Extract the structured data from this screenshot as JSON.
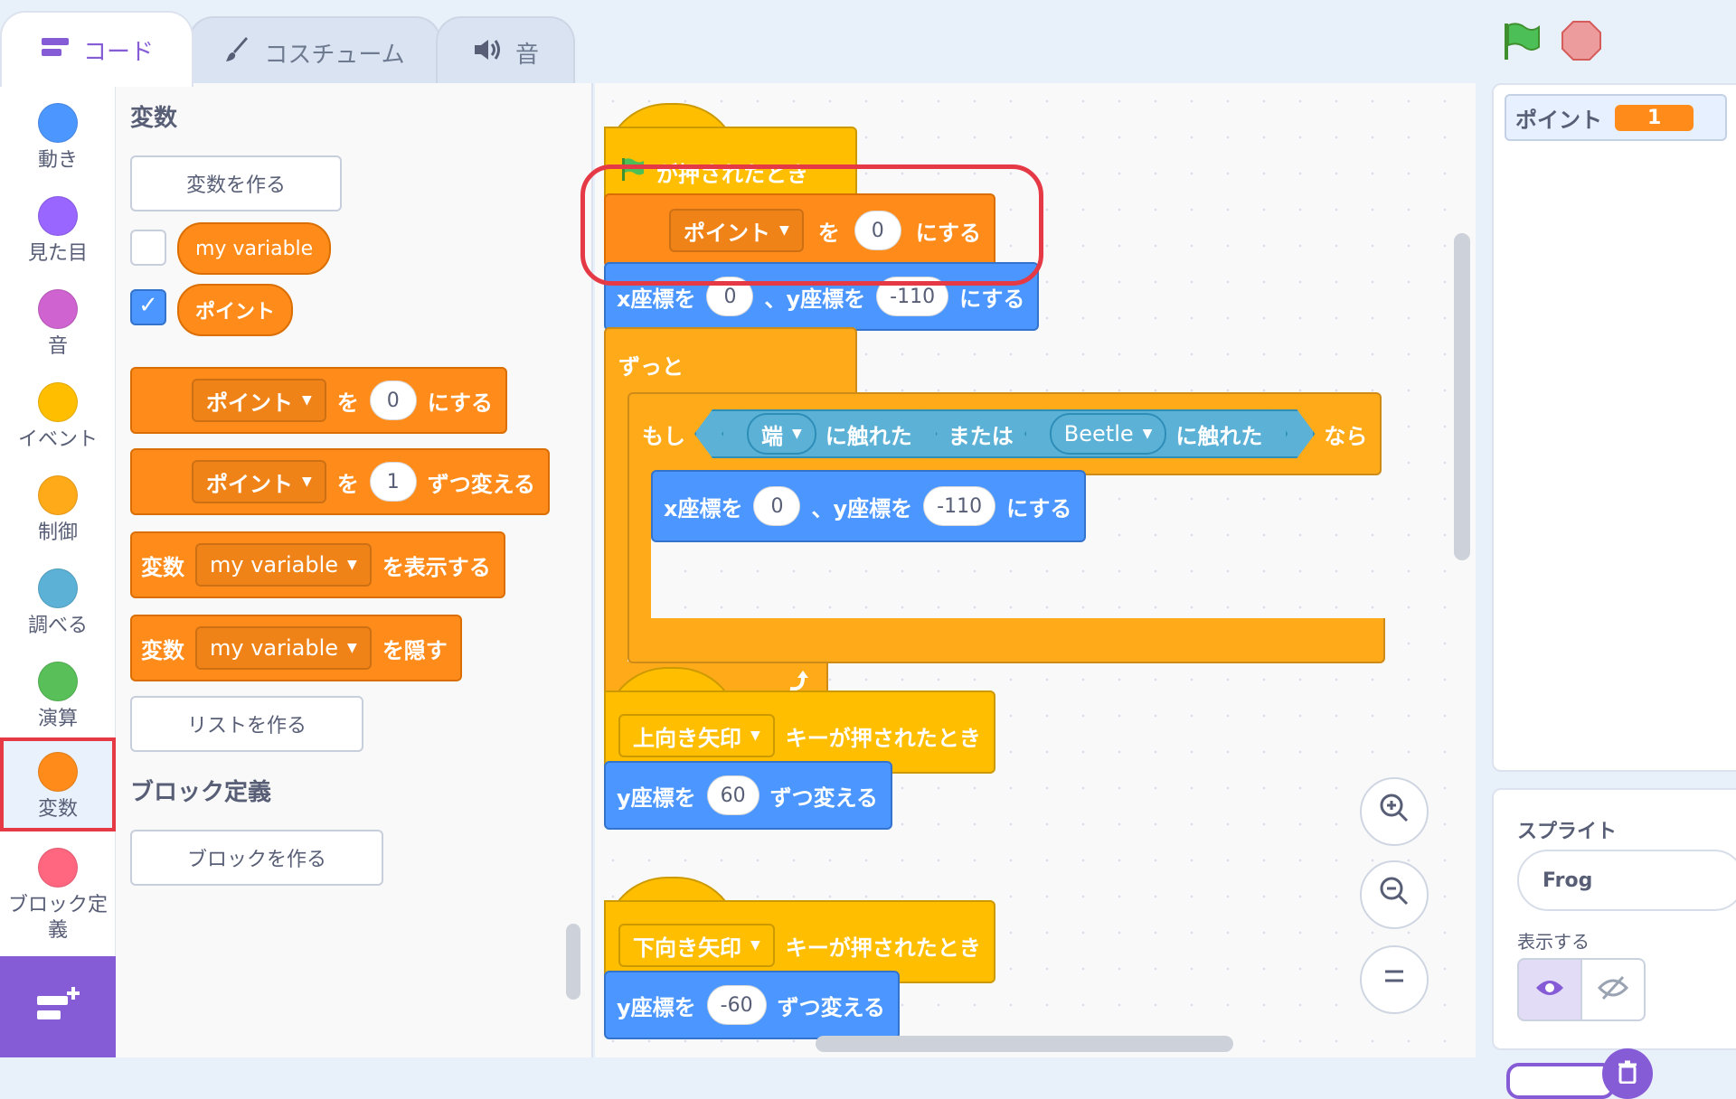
{
  "tabs": [
    {
      "label": "コード"
    },
    {
      "label": "コスチューム"
    },
    {
      "label": "音"
    }
  ],
  "categories": [
    {
      "label": "動き",
      "color": "#4c97ff"
    },
    {
      "label": "見た目",
      "color": "#9966ff"
    },
    {
      "label": "音",
      "color": "#cf63cf"
    },
    {
      "label": "イベント",
      "color": "#ffbf00"
    },
    {
      "label": "制御",
      "color": "#ffab19"
    },
    {
      "label": "調べる",
      "color": "#5cb1d6"
    },
    {
      "label": "演算",
      "color": "#59c059"
    },
    {
      "label": "変数",
      "color": "#ff8c1a"
    },
    {
      "label": "ブロック定義",
      "color": "#ff6680"
    }
  ],
  "palette": {
    "variables_title": "変数",
    "make_variable": "変数を作る",
    "var_my_variable": "my variable",
    "var_point": "ポイント",
    "set_block": {
      "var": "ポイント",
      "wo": "を",
      "value": "0",
      "suffix": "にする"
    },
    "change_block": {
      "var": "ポイント",
      "wo": "を",
      "value": "1",
      "suffix": "ずつ変える"
    },
    "show_block": {
      "prefix": "変数",
      "var": "my variable",
      "suffix": "を表示する"
    },
    "hide_block": {
      "prefix": "変数",
      "var": "my variable",
      "suffix": "を隠す"
    },
    "make_list": "リストを作る",
    "block_def_title": "ブロック定義",
    "make_block": "ブロックを作る"
  },
  "scripts": {
    "flag_hat": "が押されたとき",
    "set_var": {
      "var": "ポイント",
      "wo": "を",
      "value": "0",
      "suffix": "にする"
    },
    "goto_top": {
      "x_label": "x座標を",
      "x": "0",
      "y_label": "、y座標を",
      "y": "-110",
      "suffix": "にする"
    },
    "forever": "ずっと",
    "if": {
      "label": "もし",
      "touch1": "端",
      "touched": "に触れた",
      "or": "または",
      "touch2": "Beetle",
      "then": "なら"
    },
    "goto_inner": {
      "x_label": "x座標を",
      "x": "0",
      "y_label": "、y座標を",
      "y": "-110",
      "suffix": "にする"
    },
    "key_up_hat": {
      "key": "上向き矢印",
      "label": "キーが押されたとき"
    },
    "change_y_up": {
      "label": "y座標を",
      "value": "60",
      "suffix": "ずつ変える"
    },
    "key_down_hat": {
      "key": "下向き矢印",
      "label": "キーが押されたとき"
    },
    "change_y_down": {
      "label": "y座標を",
      "value": "-60",
      "suffix": "ずつ変える"
    }
  },
  "stage": {
    "monitor_label": "ポイント",
    "monitor_value": "1"
  },
  "sprite_panel": {
    "title": "スプライト",
    "name": "Frog",
    "show_label": "表示する"
  },
  "colors": {
    "variables": "#ff8c1a",
    "motion": "#4c97ff",
    "events": "#ffbf00",
    "control": "#ffab19",
    "operators": "#59c059",
    "sensing": "#5cb1d6",
    "highlight": "#e63946"
  }
}
